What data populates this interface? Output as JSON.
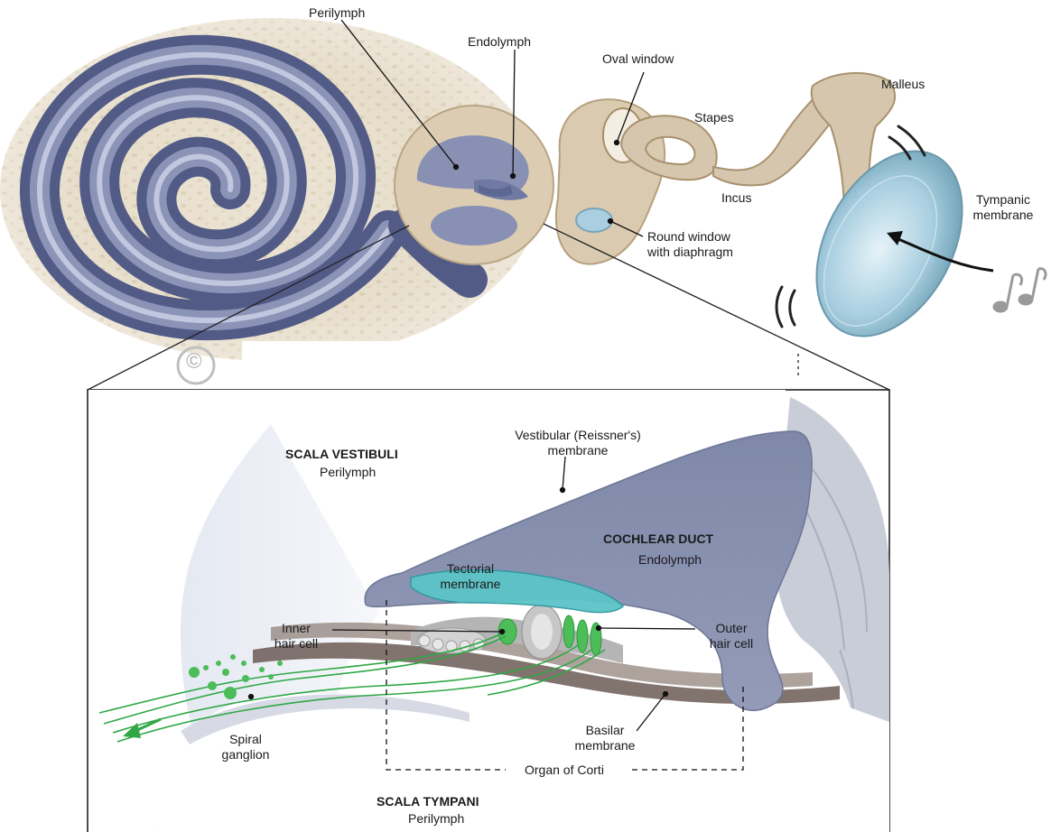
{
  "colors": {
    "bone": "#e9e0cf",
    "bone_shadow": "#c8b697",
    "cochlea_dark": "#4c5680",
    "cochlea_light": "#a9b0cf",
    "duct_fill": "#8e96b3",
    "tectorial": "#49b8c0",
    "hair_cell_green": "#3bb24a",
    "tympanic": "#a9cfe0",
    "ossicle": "#d6c6ad"
  },
  "top": {
    "labels": {
      "perilymph": "Perilymph",
      "endolymph": "Endolymph",
      "oval_window": "Oval window",
      "malleus": "Malleus",
      "stapes": "Stapes",
      "incus": "Incus",
      "tympanic_1": "Tympanic",
      "tympanic_2": "membrane",
      "round_window_1": "Round window",
      "round_window_2": "with diaphragm",
      "copyright": "©"
    },
    "icons": [
      "music-notes-icon",
      "sound-wave-icon",
      "arrow-icon"
    ]
  },
  "detail": {
    "labels": {
      "scala_vestibuli": "SCALA VESTIBULI",
      "scala_vestibuli_fluid": "Perilymph",
      "vestibular_1": "Vestibular (Reissner's)",
      "vestibular_2": "membrane",
      "cochlear_duct": "COCHLEAR DUCT",
      "cochlear_duct_fluid": "Endolymph",
      "tectorial_1": "Tectorial",
      "tectorial_2": "membrane",
      "inner_hair_1": "Inner",
      "inner_hair_2": "hair cell",
      "outer_hair_1": "Outer",
      "outer_hair_2": "hair cell",
      "spiral_1": "Spiral",
      "spiral_2": "ganglion",
      "basilar_1": "Basilar",
      "basilar_2": "membrane",
      "organ_of_corti": "Organ of Corti",
      "scala_tympani": "SCALA TYMPANI",
      "scala_tympani_fluid": "Perilymph"
    }
  }
}
